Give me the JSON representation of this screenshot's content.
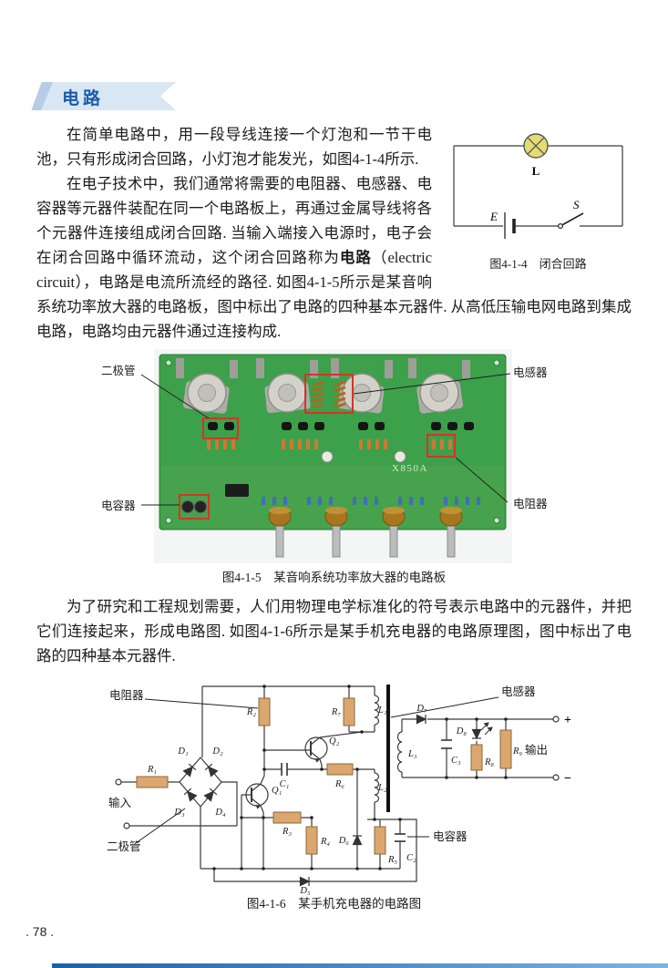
{
  "header": {
    "badge": "电路"
  },
  "paragraphs": {
    "p1": "在简单电路中，用一段导线连接一个灯泡和一节干电池，只有形成闭合回路，小灯泡才能发光，如图4-1-4所示.",
    "p2_before_bold": "在电子技术中，我们通常将需要的电阻器、电感器、电容器等元器件装配在同一个电路板上，再通过金属导线将各个元器件连接组成闭合回路. 当输入端接入电源时，电子会在闭合回路中循环流动，这个闭合回路称为",
    "p2_bold": "电路",
    "p2_after_bold": "（electric circuit），电路是电流所流经的路径. 如图4-1-5所示是某音响系统功率放大器的电路板，图中标出了电路的四种基本元器件. 从高低压输电网电路到集成电路，电路均由元器件通过连接构成.",
    "p3": "为了研究和工程规划需要，人们用物理电学标准化的符号表示电路中的元器件，并把它们连接起来，形成电路图. 如图4-1-6所示是某手机充电器的电路原理图，图中标出了电路的四种基本元器件."
  },
  "fig414": {
    "caption": "图4-1-4　闭合回路",
    "lamp": "L",
    "battery": "E",
    "switch": "S"
  },
  "fig415": {
    "caption": "图4-1-5　某音响系统功率放大器的电路板",
    "board_text": "X850A",
    "labels": {
      "diode": "二极管",
      "inductor": "电感器",
      "capacitor": "电容器",
      "resistor": "电阻器"
    }
  },
  "fig416": {
    "caption": "图4-1-6　某手机充电器的电路图",
    "labels": {
      "resistor": "电阻器",
      "inductor": "电感器",
      "diode": "二极管",
      "capacitor": "电容器",
      "input": "输入",
      "output": "输出",
      "plus": "+",
      "minus": "−"
    },
    "parts": {
      "r1": "R₁",
      "r2": "R₂",
      "r3": "R₃",
      "r4": "R₄",
      "r5": "R₅",
      "r6": "R₆",
      "r7": "R₇",
      "r8": "R₈",
      "r9": "R₉",
      "c1": "C₁",
      "c2": "C₂",
      "c3": "C₃",
      "d1": "D₁",
      "d2": "D₂",
      "d3": "D₃",
      "d4": "D₄",
      "d5": "D₅",
      "d6": "D₆",
      "d7": "D₇",
      "d8": "D₈",
      "l1": "L₁",
      "l2": "L₂",
      "l3": "L₃",
      "q1": "Q₁",
      "q2": "Q₂"
    }
  },
  "footer": {
    "page_number": ". 78 ."
  },
  "colors": {
    "accent": "#1a5ca8",
    "ribbon_bg": "#d9e6f3",
    "bar_from": "#1e5fa6",
    "bar_to": "#7fb3e0",
    "pcb_green": "#3da04b",
    "annotation_red": "#d63425",
    "resistor_tan": "#dba76f"
  }
}
